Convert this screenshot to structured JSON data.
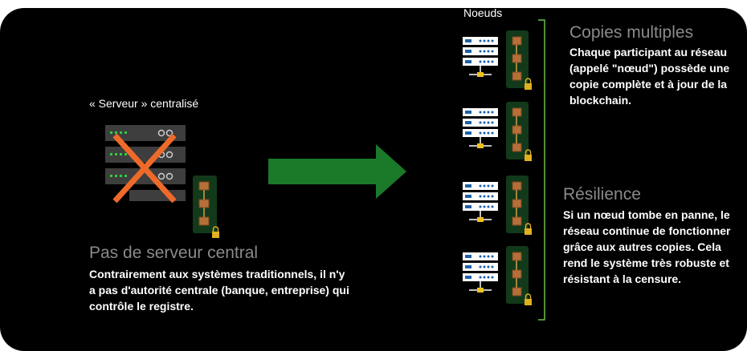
{
  "colors": {
    "background": "#000000",
    "heading": "#8a8a8a",
    "text": "#ffffff",
    "arrow": "#1a7a2a",
    "cross": "#ee6a2a",
    "bracket": "#6abf4b",
    "chain_panel": "#123a1a"
  },
  "left": {
    "server_label": "« Serveur » centralisé",
    "title": "Pas de serveur central",
    "body": "Contrairement aux systèmes traditionnels, il n'y a pas d'autorité centrale (banque, entreprise) qui contrôle le registre."
  },
  "right": {
    "nodes_label": "Noeuds",
    "copies_title": "Copies multiples",
    "copies_body": "Chaque participant au réseau (appelé \"nœud\") possède une copie complète et à jour de la blockchain.",
    "resilience_title": "Résilience",
    "resilience_body": "Si un nœud tombe en panne, le réseau continue de fonctionner grâce aux autres copies. Cela rend le système très robuste et résistant à la censure."
  },
  "icons": {
    "central_server": "server-rack-icon",
    "cross": "cross-out-icon",
    "arrow": "right-arrow-icon",
    "node_server": "server-icon",
    "blockchain": "blockchain-icon",
    "lock": "lock-icon",
    "bracket": "bracket-icon"
  }
}
